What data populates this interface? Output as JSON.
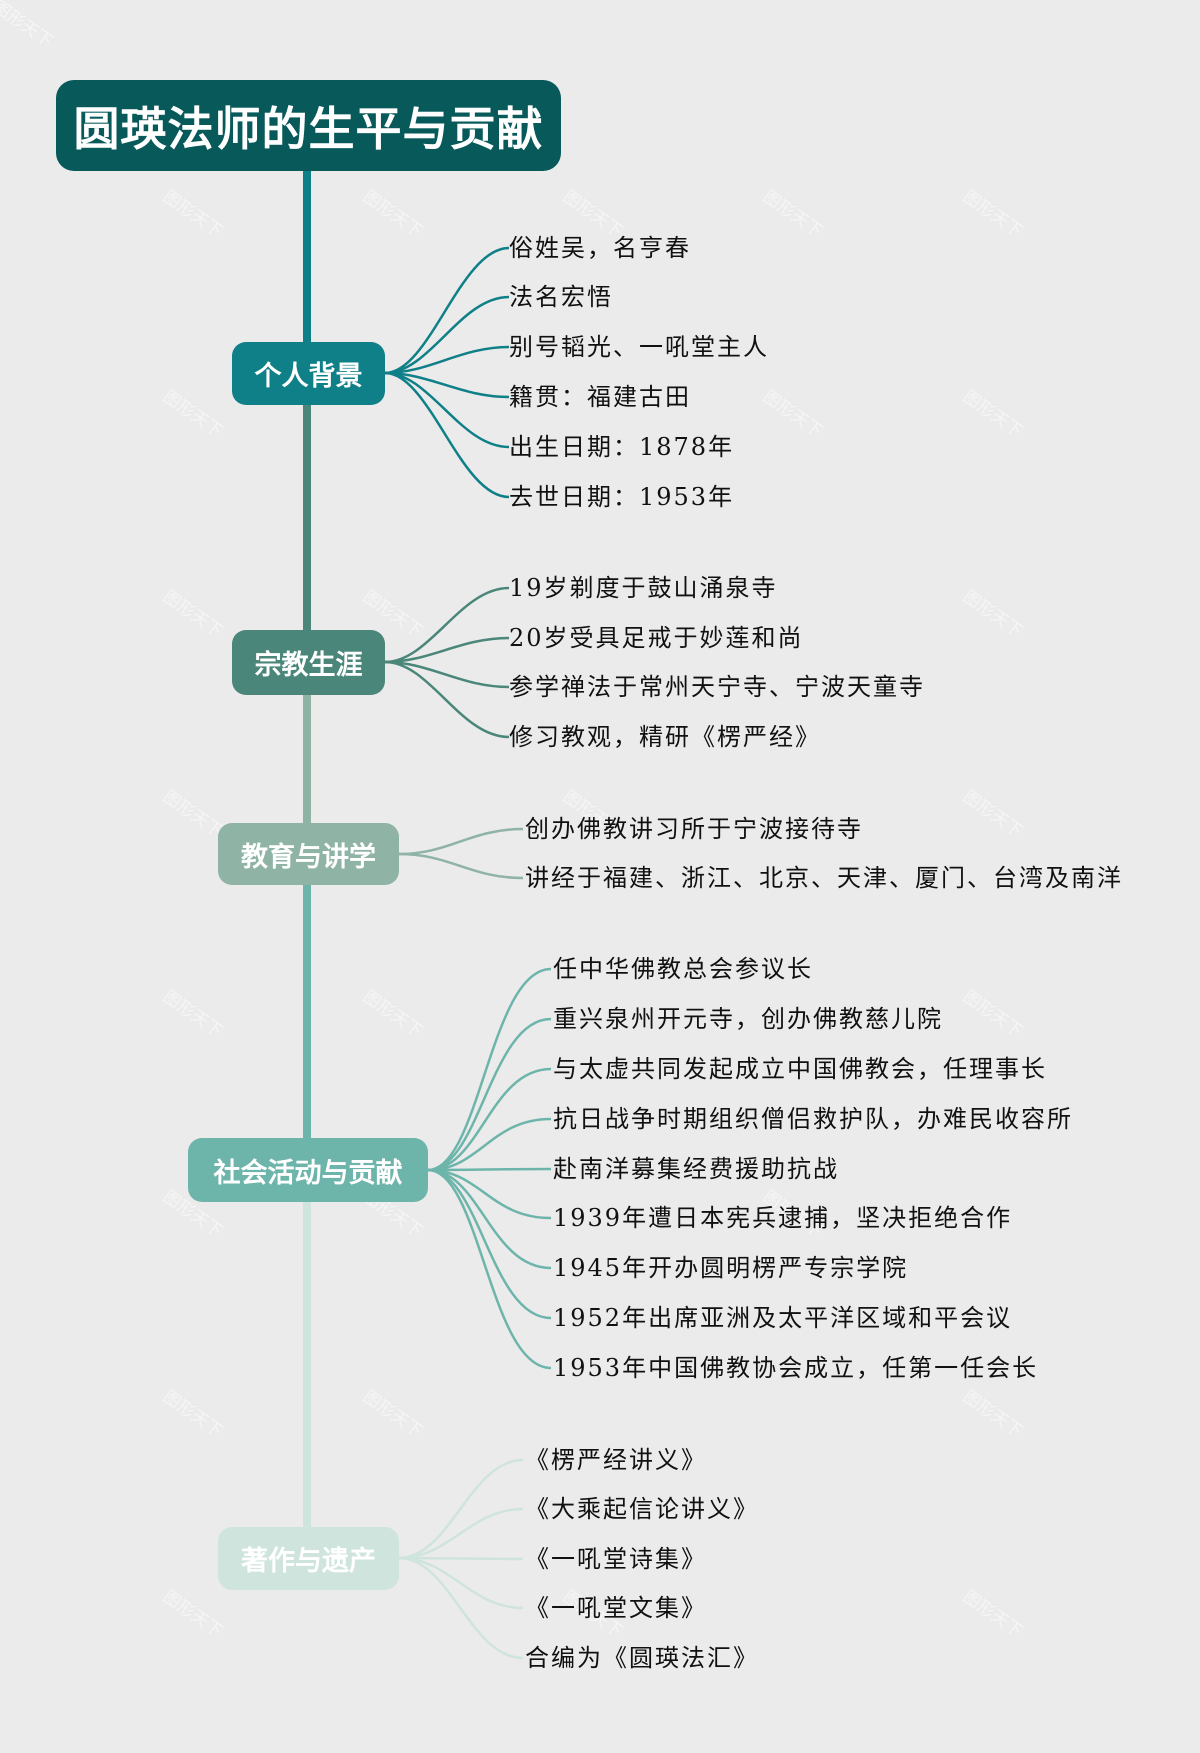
{
  "title": "圆瑛法师的生平与贡献",
  "watermark_text": "图形天下",
  "colors": {
    "background": "#ebebeb",
    "title_bg": "#07595a",
    "branch_1": "#0f7f88",
    "branch_2": "#4a8679",
    "branch_3": "#8fb3a5",
    "branch_4": "#6db5ab",
    "branch_5": "#cfe4dd"
  },
  "branches": [
    {
      "label": "个人背景",
      "items": [
        "俗姓吴，名亨春",
        "法名宏悟",
        "别号韬光、一吼堂主人",
        "籍贯：福建古田",
        "出生日期：1878年",
        "去世日期：1953年"
      ]
    },
    {
      "label": "宗教生涯",
      "items": [
        "19岁剃度于鼓山涌泉寺",
        "20岁受具足戒于妙莲和尚",
        "参学禅法于常州天宁寺、宁波天童寺",
        "修习教观，精研《楞严经》"
      ]
    },
    {
      "label": "教育与讲学",
      "items": [
        "创办佛教讲习所于宁波接待寺",
        "讲经于福建、浙江、北京、天津、厦门、台湾及南洋"
      ]
    },
    {
      "label": "社会活动与贡献",
      "items": [
        "任中华佛教总会参议长",
        "重兴泉州开元寺，创办佛教慈儿院",
        "与太虚共同发起成立中国佛教会，任理事长",
        "抗日战争时期组织僧侣救护队，办难民收容所",
        "赴南洋募集经费援助抗战",
        "1939年遭日本宪兵逮捕，坚决拒绝合作",
        "1945年开办圆明楞严专宗学院",
        "1952年出席亚洲及太平洋区域和平会议",
        "1953年中国佛教协会成立，任第一任会长"
      ]
    },
    {
      "label": "著作与遗产",
      "items": [
        "《楞严经讲义》",
        "《大乘起信论讲义》",
        "《一吼堂诗集》",
        "《一吼堂文集》",
        "合编为《圆瑛法汇》"
      ]
    }
  ]
}
